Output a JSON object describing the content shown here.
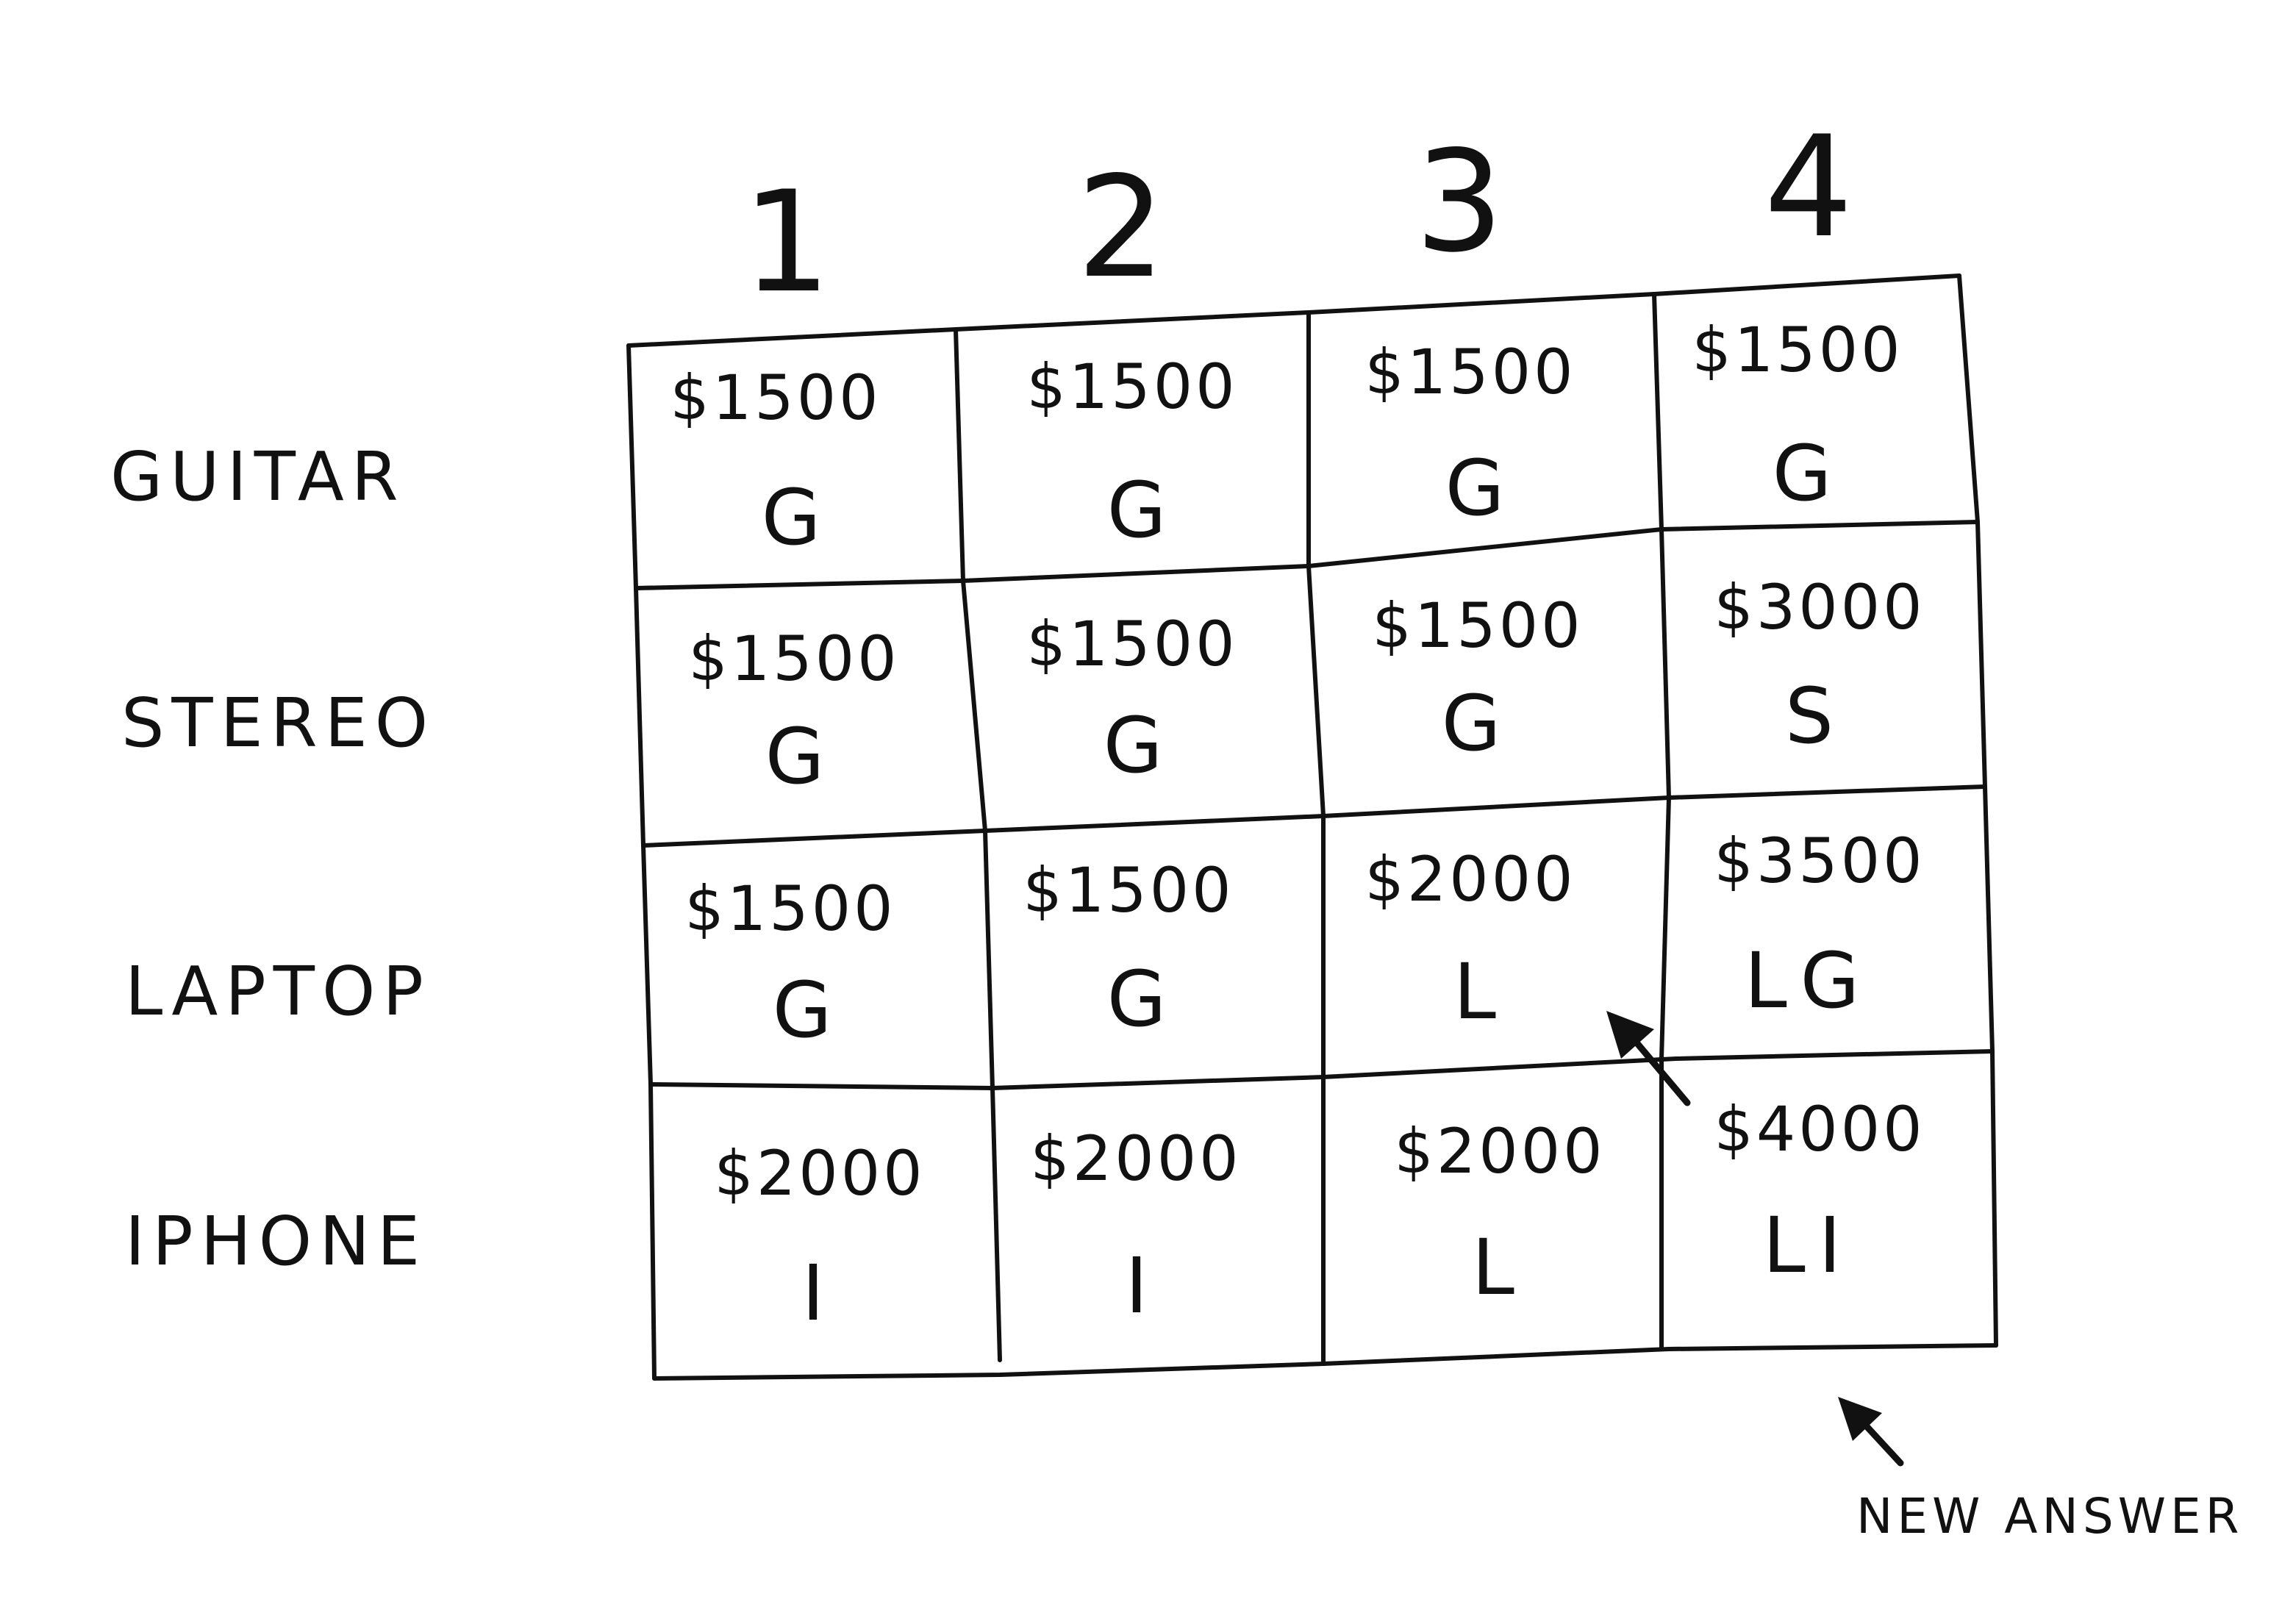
{
  "columns": [
    "1",
    "2",
    "3",
    "4"
  ],
  "rows": [
    "GUITAR",
    "STEREO",
    "LAPTOP",
    "IPHONE"
  ],
  "cells": [
    [
      {
        "price": "$1500",
        "items": "G"
      },
      {
        "price": "$1500",
        "items": "G"
      },
      {
        "price": "$1500",
        "items": "G"
      },
      {
        "price": "$1500",
        "items": "G"
      }
    ],
    [
      {
        "price": "$1500",
        "items": "G"
      },
      {
        "price": "$1500",
        "items": "G"
      },
      {
        "price": "$1500",
        "items": "G"
      },
      {
        "price": "$3000",
        "items": "S"
      }
    ],
    [
      {
        "price": "$1500",
        "items": "G"
      },
      {
        "price": "$1500",
        "items": "G"
      },
      {
        "price": "$2000",
        "items": "L"
      },
      {
        "price": "$3500",
        "items": "LG"
      }
    ],
    [
      {
        "price": "$2000",
        "items": "I"
      },
      {
        "price": "$2000",
        "items": "I"
      },
      {
        "price": "$2000",
        "items": "L"
      },
      {
        "price": "$4000",
        "items": "LI"
      }
    ]
  ],
  "annotation": {
    "label": "NEW ANSWER"
  },
  "colors": {
    "ink": "#111111",
    "paper": "#ffffff"
  }
}
